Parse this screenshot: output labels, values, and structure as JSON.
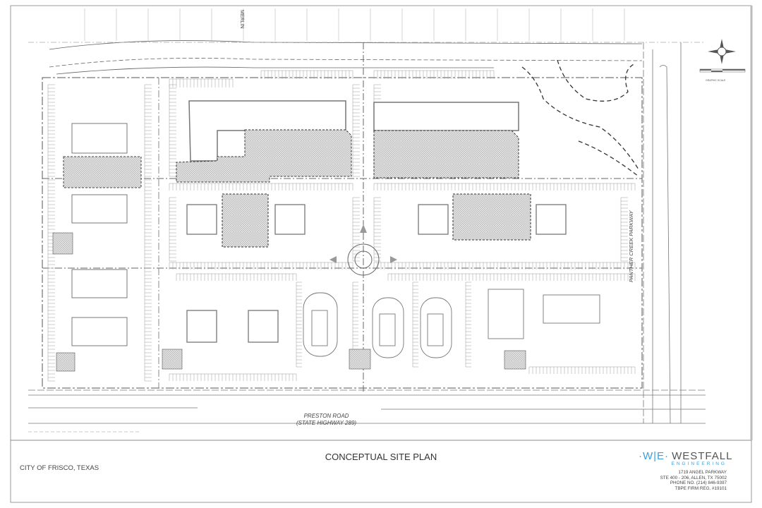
{
  "sheet": {
    "title": "CONCEPTUAL SITE PLAN",
    "city": "CITY OF FRISCO, TEXAS"
  },
  "streets": {
    "preston_line1": "PRESTON ROAD",
    "preston_line2": "(STATE HIGHWAY 289)",
    "panther": "PANTHER CREEK PARKWAY",
    "merlin": "MERLIN"
  },
  "graphic_scale": "GRAPHIC SCALE",
  "firm": {
    "logo_mark": "·W|E·",
    "name": "WESTFALL",
    "sub": "ENGINEERING",
    "address_lines": [
      "1719 ANGEL PARKWAY",
      "STE 400 - 206, ALLEN, TX 75002",
      "PHONE NO. (214) 846-9397",
      "TBPE FIRM REG. #19101"
    ]
  },
  "colors": {
    "line": "#555555",
    "hatch": "#bdbdbd",
    "brand": "#3aa0d8"
  }
}
